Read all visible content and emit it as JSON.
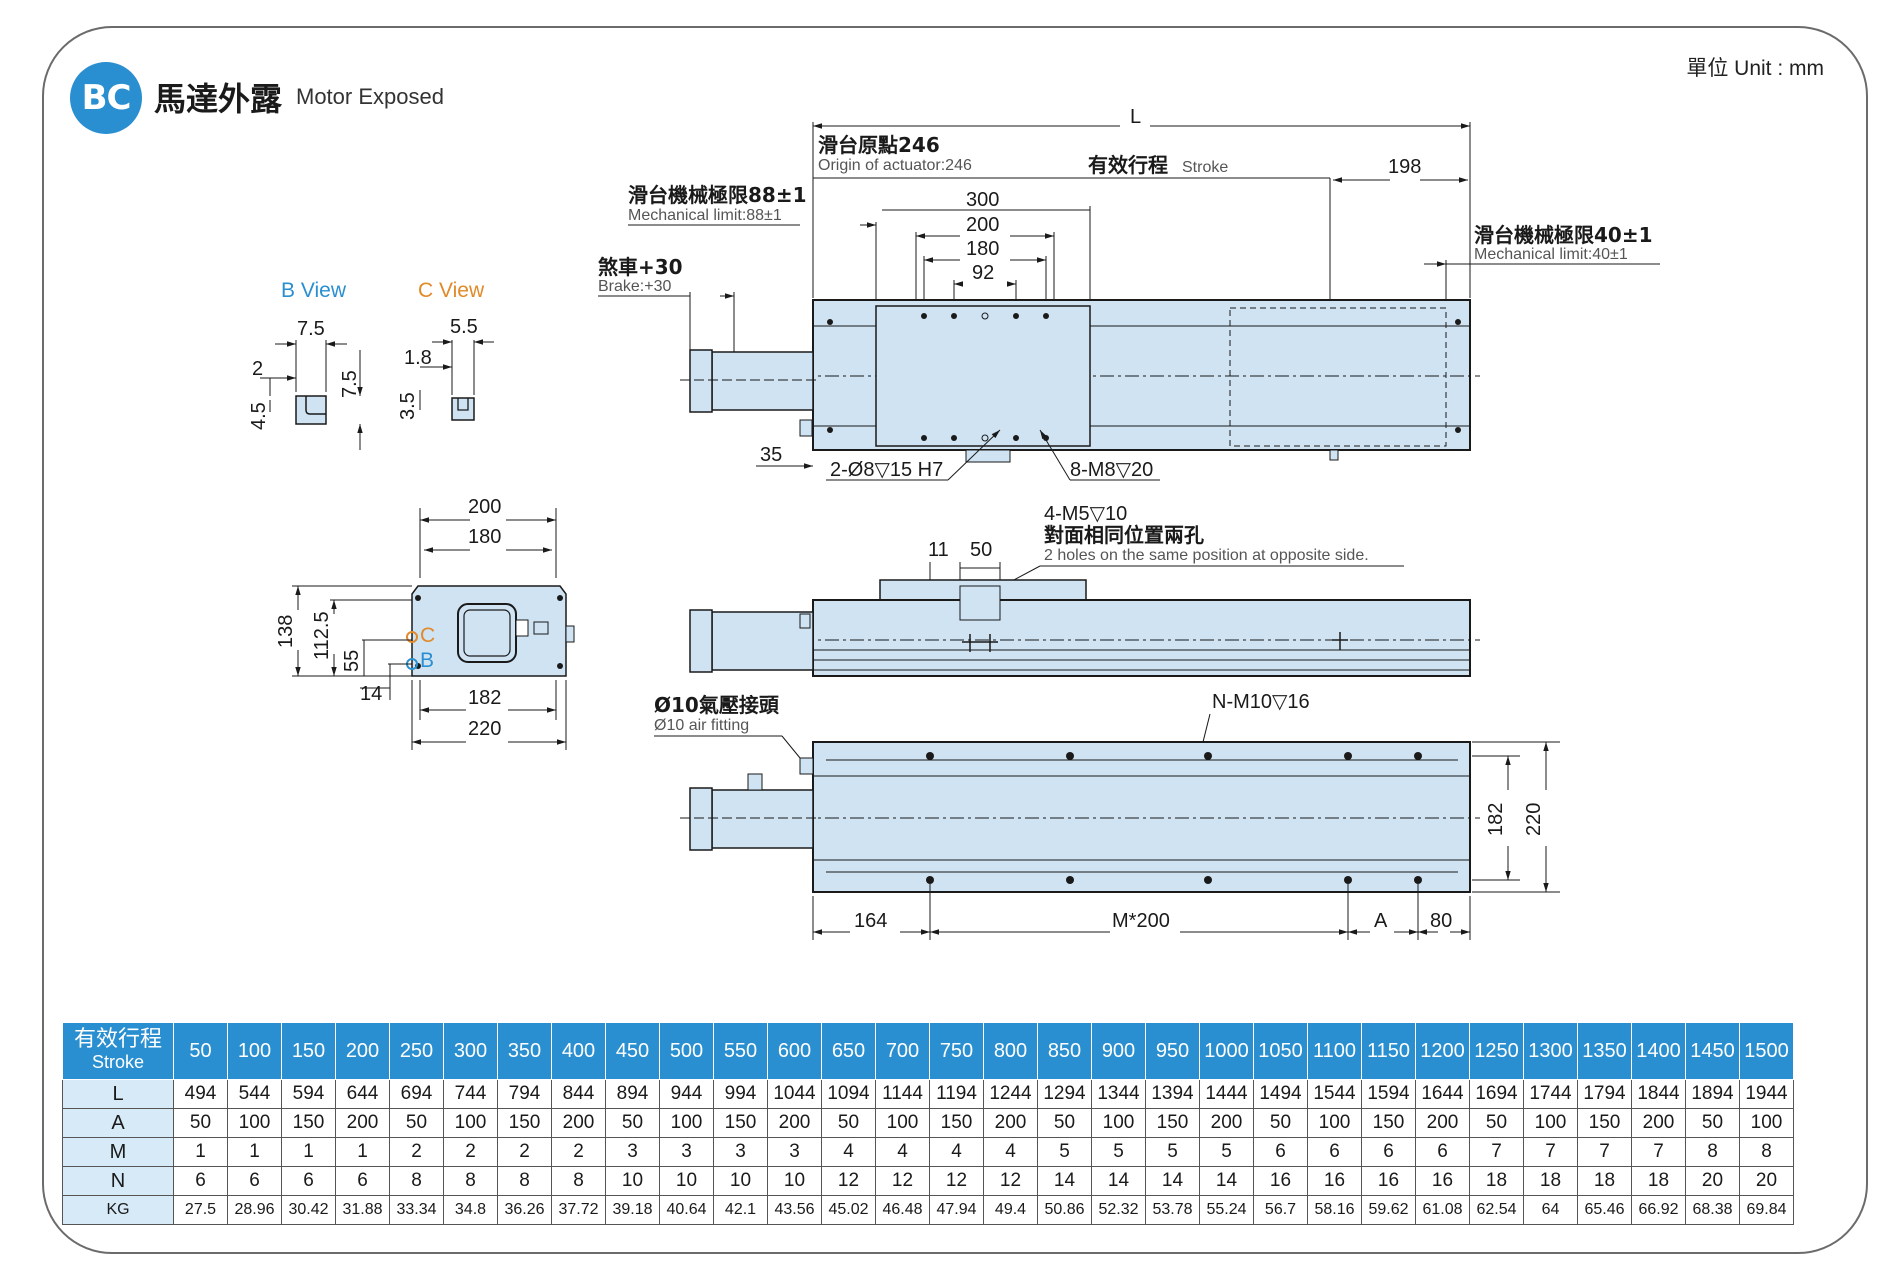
{
  "header": {
    "badge": "BC",
    "title_cn": "馬達外露",
    "title_en": "Motor Exposed",
    "unit": "單位 Unit : mm"
  },
  "colors": {
    "accent": "#2a8fd0",
    "body_fill": "#cfe3f3",
    "view_c": "#e08a2a",
    "table_row_head": "#d6eaf8"
  },
  "views": {
    "b_view": "B View",
    "c_view": "C View",
    "b_dims": [
      "7.5",
      "2",
      "7.5",
      "4.5"
    ],
    "c_dims": [
      "5.5",
      "1.8",
      "3.5"
    ]
  },
  "end_view": {
    "dims": [
      "200",
      "180",
      "138",
      "112.5",
      "55",
      "14",
      "182",
      "220"
    ],
    "c_label": "C",
    "b_label": "B"
  },
  "top_view": {
    "L": "L",
    "origin_cn": "滑台原點246",
    "origin_en": "Origin of actuator:246",
    "stroke_cn": "有效行程",
    "stroke_en": "Stroke",
    "d198": "198",
    "mech_left_cn": "滑台機械極限88±1",
    "mech_left_en": "Mechanical limit:88±1",
    "mech_right_cn": "滑台機械極限40±1",
    "mech_right_en": "Mechanical limit:40±1",
    "brake_cn": "煞車+30",
    "brake_en": "Brake:+30",
    "d300": "300",
    "d200": "200",
    "d180": "180",
    "d92": "92",
    "d35": "35",
    "pin": "2-Ø8▽15 H7",
    "holes": "8-M8▽20"
  },
  "side_view": {
    "holes": "4-M5▽10",
    "holes_cn": "對面相同位置兩孔",
    "holes_en": "2 holes on the same position at opposite side.",
    "d11": "11",
    "d50": "50"
  },
  "bottom_view": {
    "fitting_cn": "Ø10氣壓接頭",
    "fitting_en": "Ø10 air fitting",
    "n_holes": "N-M10▽16",
    "d164": "164",
    "m200": "M*200",
    "a": "A",
    "d80": "80",
    "d182": "182",
    "d220": "220"
  },
  "table": {
    "head_cn": "有效行程",
    "head_en": "Stroke",
    "strokes": [
      "50",
      "100",
      "150",
      "200",
      "250",
      "300",
      "350",
      "400",
      "450",
      "500",
      "550",
      "600",
      "650",
      "700",
      "750",
      "800",
      "850",
      "900",
      "950",
      "1000",
      "1050",
      "1100",
      "1150",
      "1200",
      "1250",
      "1300",
      "1350",
      "1400",
      "1450",
      "1500"
    ],
    "rows": [
      {
        "label": "L",
        "values": [
          "494",
          "544",
          "594",
          "644",
          "694",
          "744",
          "794",
          "844",
          "894",
          "944",
          "994",
          "1044",
          "1094",
          "1144",
          "1194",
          "1244",
          "1294",
          "1344",
          "1394",
          "1444",
          "1494",
          "1544",
          "1594",
          "1644",
          "1694",
          "1744",
          "1794",
          "1844",
          "1894",
          "1944"
        ]
      },
      {
        "label": "A",
        "values": [
          "50",
          "100",
          "150",
          "200",
          "50",
          "100",
          "150",
          "200",
          "50",
          "100",
          "150",
          "200",
          "50",
          "100",
          "150",
          "200",
          "50",
          "100",
          "150",
          "200",
          "50",
          "100",
          "150",
          "200",
          "50",
          "100",
          "150",
          "200",
          "50",
          "100"
        ]
      },
      {
        "label": "M",
        "values": [
          "1",
          "1",
          "1",
          "1",
          "2",
          "2",
          "2",
          "2",
          "3",
          "3",
          "3",
          "3",
          "4",
          "4",
          "4",
          "4",
          "5",
          "5",
          "5",
          "5",
          "6",
          "6",
          "6",
          "6",
          "7",
          "7",
          "7",
          "7",
          "8",
          "8"
        ]
      },
      {
        "label": "N",
        "values": [
          "6",
          "6",
          "6",
          "6",
          "8",
          "8",
          "8",
          "8",
          "10",
          "10",
          "10",
          "10",
          "12",
          "12",
          "12",
          "12",
          "14",
          "14",
          "14",
          "14",
          "16",
          "16",
          "16",
          "16",
          "18",
          "18",
          "18",
          "18",
          "20",
          "20"
        ]
      },
      {
        "label": "KG",
        "values": [
          "27.5",
          "28.96",
          "30.42",
          "31.88",
          "33.34",
          "34.8",
          "36.26",
          "37.72",
          "39.18",
          "40.64",
          "42.1",
          "43.56",
          "45.02",
          "46.48",
          "47.94",
          "49.4",
          "50.86",
          "52.32",
          "53.78",
          "55.24",
          "56.7",
          "58.16",
          "59.62",
          "61.08",
          "62.54",
          "64",
          "65.46",
          "66.92",
          "68.38",
          "69.84"
        ]
      }
    ]
  }
}
